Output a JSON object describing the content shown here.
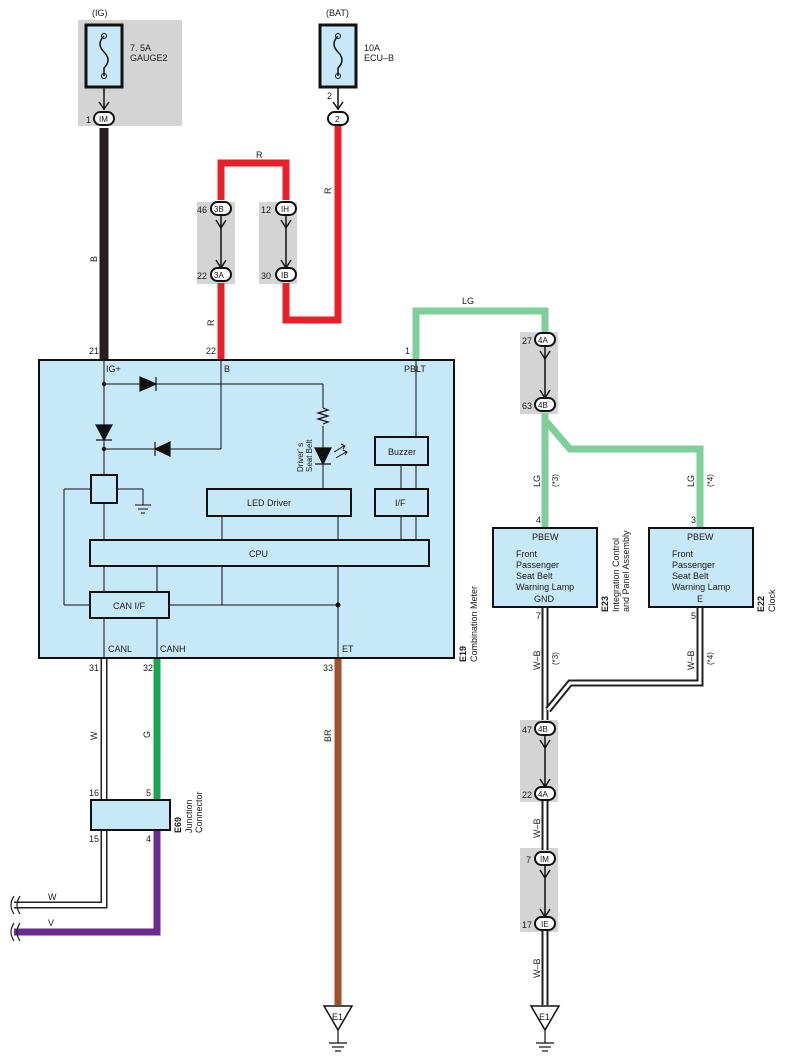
{
  "fuses": {
    "ig": {
      "source": "(IG)",
      "rating": "7. 5A",
      "name": "GAUGE2",
      "pin": "1",
      "conn": "IM"
    },
    "bat": {
      "source": "(BAT)",
      "rating": "10A",
      "name": "ECU–B",
      "pin_top": "2",
      "conn": "2"
    }
  },
  "wires": {
    "ig_color": "B",
    "red_top": "R",
    "red_right": "R",
    "red_left": "R",
    "lg_top": "LG",
    "lg_left": "LG",
    "lg_right": "LG",
    "lg_left_note": "(*3)",
    "lg_right_note": "(*4)",
    "canl_color": "W",
    "canh_color": "G",
    "et_color": "BR",
    "wb_left": "W–B",
    "wb_left_note": "(*3)",
    "wb_right": "W–B",
    "wb_right_note": "(*4)",
    "wb_mid": "W–B",
    "wb_bottom": "W–B",
    "w_out": "W",
    "v_out": "V"
  },
  "connectors": {
    "c3B": {
      "pin": "46",
      "id": "3B"
    },
    "c3A": {
      "pin": "22",
      "id": "3A"
    },
    "cIH": {
      "pin": "12",
      "id": "IH"
    },
    "cIB": {
      "pin": "30",
      "id": "IB"
    },
    "c4A_top": {
      "pin": "27",
      "id": "4A"
    },
    "c4B_top": {
      "pin": "63",
      "id": "4B"
    },
    "c4B_bot": {
      "pin": "47",
      "id": "4B"
    },
    "c4A_bot": {
      "pin": "22",
      "id": "4A"
    },
    "cIM": {
      "pin": "7",
      "id": "IM"
    },
    "cIE": {
      "pin": "17",
      "id": "IE"
    }
  },
  "meter": {
    "code": "E19",
    "name": "Combination Meter",
    "pins": {
      "ig": "21",
      "b": "22",
      "pblt": "1",
      "canl": "31",
      "canh": "32",
      "et": "33"
    },
    "terms": {
      "ig": "IG+",
      "b": "B",
      "pblt": "PBLT",
      "canl": "CANL",
      "canh": "CANH",
      "et": "ET"
    },
    "seatbelt_line1": "Driver' s",
    "seatbelt_line2": "Seat Belt",
    "buzzer": "Buzzer",
    "led_driver": "LED Driver",
    "if": "I/F",
    "cpu": "CPU",
    "can_if": "CAN I/F"
  },
  "e23": {
    "code": "E23",
    "name_line1": "Integration Control",
    "name_line2": "and Panel Assembly",
    "pin_top": "4",
    "pin_bot": "7",
    "term_top": "PBEW",
    "term_bot": "GND",
    "line1": "Front",
    "line2": "Passenger",
    "line3": "Seat Belt",
    "line4": "Warning Lamp"
  },
  "e22": {
    "code": "E22",
    "name": "Clock",
    "pin_top": "3",
    "pin_bot": "5",
    "term_top": "PBEW",
    "term_bot": "E",
    "line1": "Front",
    "line2": "Passenger",
    "line3": "Seat Belt",
    "line4": "Warning Lamp"
  },
  "e69": {
    "code": "E69",
    "name_line1": "Junction",
    "name_line2": "Connector",
    "pins": {
      "tl": "16",
      "tr": "5",
      "bl": "15",
      "br": "4"
    }
  },
  "grounds": {
    "left": "E1",
    "right": "E1"
  },
  "colors": {
    "black": "#231f20",
    "red": "#e8202a",
    "lightgreen": "#7fcf9c",
    "green": "#1aa650",
    "brown": "#a0522d",
    "violet": "#6a2a8e",
    "box_fill": "#c6e8f9",
    "gray_fill": "#d4d4d4"
  }
}
